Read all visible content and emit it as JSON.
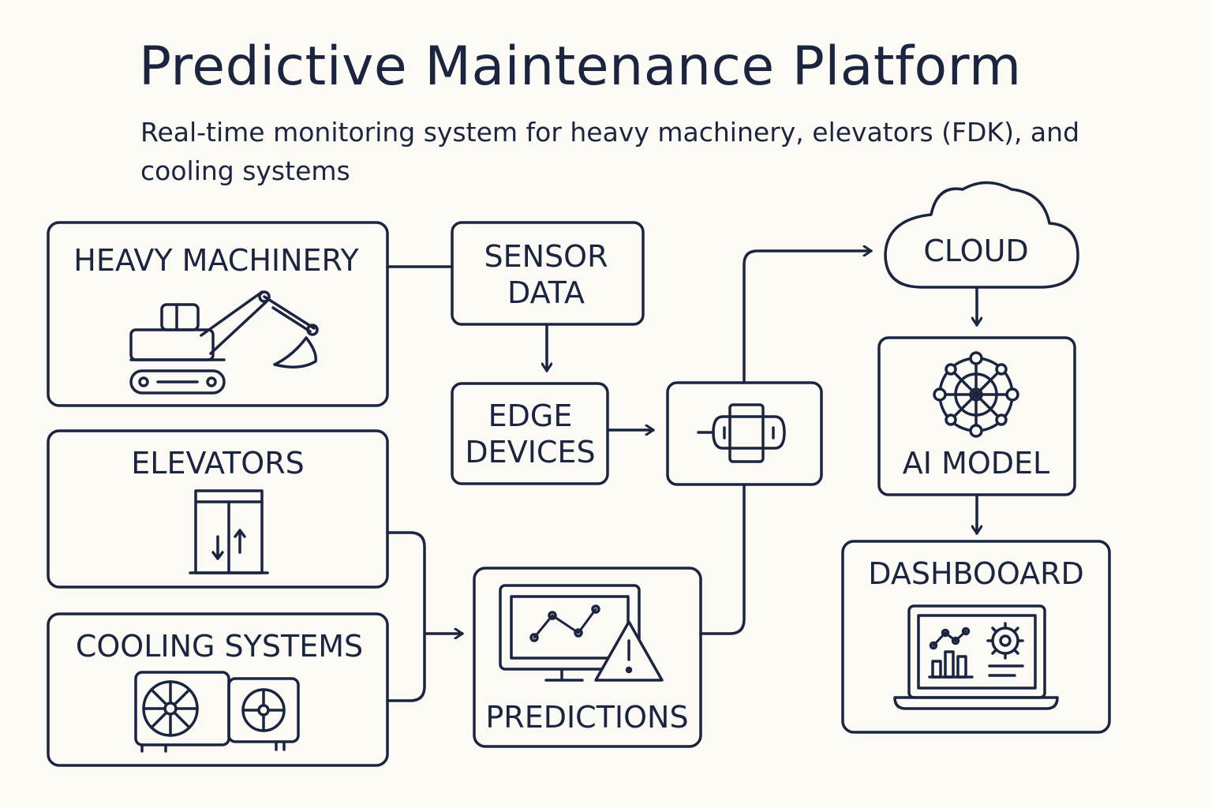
{
  "header": {
    "title": "Predictive Maintenance Platform",
    "subtitle": "Real-time monitoring system for heavy machinery, elevators (FDK), and cooling systems"
  },
  "nodes": {
    "heavy_machinery": {
      "label": "HEAVY MACHINERY",
      "icon": "excavator-icon"
    },
    "elevators": {
      "label": "ELEVATORS",
      "icon": "elevator-icon"
    },
    "cooling_systems": {
      "label": "COOLING SYSTEMS",
      "icon": "air-conditioner-icon"
    },
    "sensor_data": {
      "label_lines": [
        "SENSOR",
        "DATA"
      ]
    },
    "edge_devices": {
      "label_lines": [
        "EDGE",
        "DEVICES"
      ]
    },
    "gateway": {
      "icon": "gateway-device-icon"
    },
    "predictions": {
      "label": "PREDICTIONS",
      "icon": "monitor-alert-icon"
    },
    "cloud": {
      "label": "CLOUD",
      "icon": "cloud-icon"
    },
    "ai_model": {
      "label": "AI MODEL",
      "icon": "neural-network-icon"
    },
    "dashboard": {
      "label": "DASHBOOARD",
      "icon": "laptop-dashboard-icon"
    }
  },
  "colors": {
    "ink": "#1c2540",
    "background": "#fbfaf5"
  }
}
